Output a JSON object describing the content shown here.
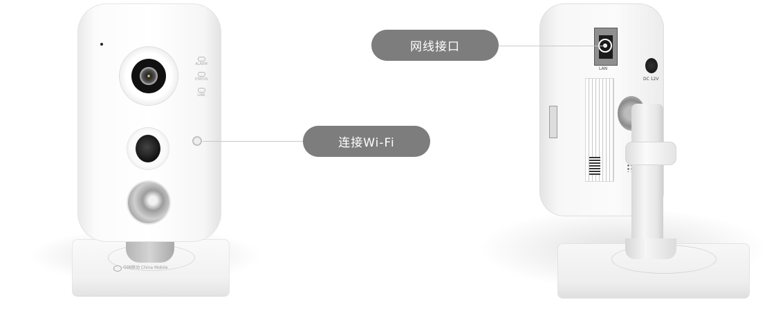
{
  "callouts": {
    "wifi": {
      "label": "连接Wi-Fi"
    },
    "lan": {
      "label": "网线接口"
    }
  },
  "front_camera": {
    "leds": [
      {
        "label": "ALARM"
      },
      {
        "label": "STATUS"
      },
      {
        "label": "LINK"
      }
    ],
    "brand": "中国移动 China Mobile"
  },
  "back_camera": {
    "lan_port_label": "LAN",
    "power_port_label": "DC 12V"
  },
  "colors": {
    "pill": "#7d7d7d",
    "line": "#c8c8c8"
  }
}
